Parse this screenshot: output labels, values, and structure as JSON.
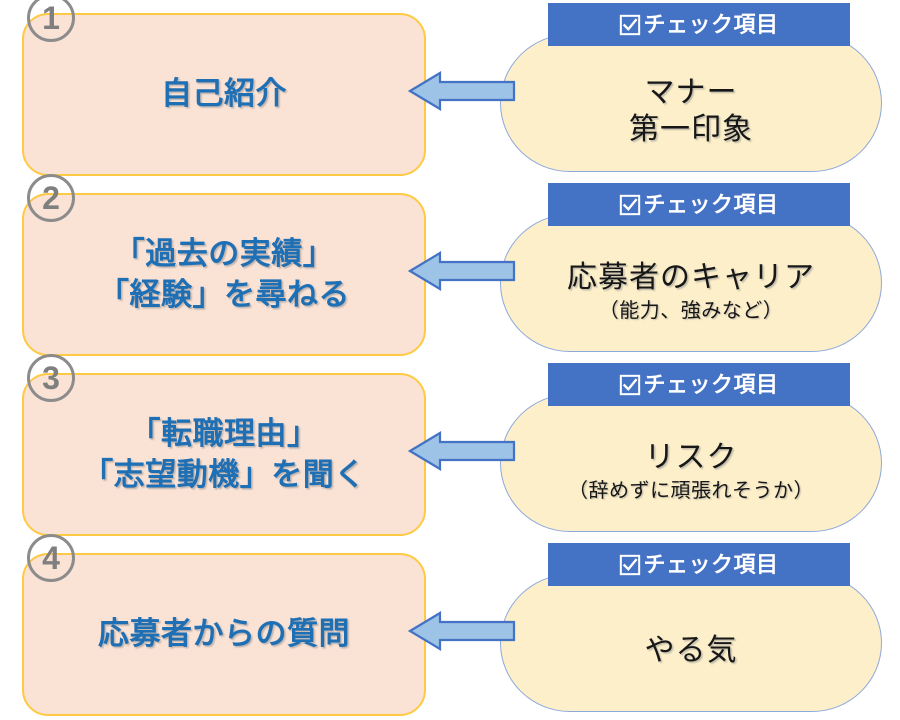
{
  "colors": {
    "stage_fill": "#FAE2D5",
    "stage_border": "#FFC943",
    "stage_text": "#1F6FB5",
    "callout_fill": "#FDEFC9",
    "callout_border": "#8EA9DB",
    "header_bar": "#4472C4",
    "header_text": "#FFFFFF",
    "arrow_fill": "#9DC3E6",
    "arrow_border": "#4472C4",
    "circle_stroke": "#8C8C8C",
    "circle_text": "#7F7F7F",
    "page_background": "#FFFFFF"
  },
  "check_header_label": "チェック項目",
  "rows": [
    {
      "number": "1",
      "stage_label": "自己紹介",
      "check_header_label": "チェック項目",
      "callout_main": "マナー\n第一印象",
      "callout_sub": ""
    },
    {
      "number": "2",
      "stage_label": "「過去の実績」\n「経験」を尋ねる",
      "check_header_label": "チェック項目",
      "callout_main": "応募者のキャリア",
      "callout_sub": "（能力、強みなど）"
    },
    {
      "number": "3",
      "stage_label": "「転職理由」\n「志望動機」を聞く",
      "check_header_label": "チェック項目",
      "callout_main": "リスク",
      "callout_sub": "（辞めずに頑張れそうか）"
    },
    {
      "number": "4",
      "stage_label": "応募者からの質問",
      "check_header_label": "チェック項目",
      "callout_main": "やる気",
      "callout_sub": ""
    }
  ]
}
